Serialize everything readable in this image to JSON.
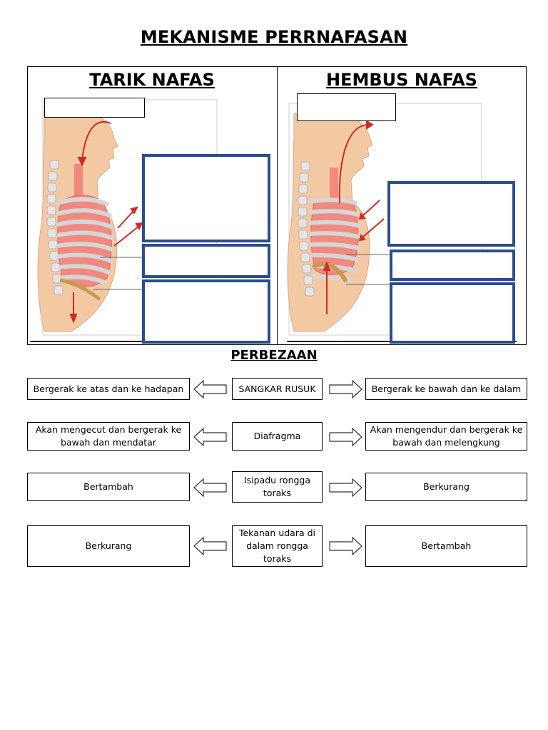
{
  "title": "MEKANISME PERRNAFASAN",
  "panels": {
    "left_title": "TARIK NAFAS",
    "right_title": "HEMBUS NAFAS"
  },
  "diagram_colors": {
    "skin": "#f3c9a4",
    "lung": "#f08a80",
    "rib": "#d9d9d9",
    "arrow": "#d42a1f",
    "diaphragm": "#c89a50",
    "label_border": "#2b4d8f"
  },
  "comparison": {
    "heading": "PERBEZAAN",
    "rows": [
      {
        "left": "Bergerak ke atas dan ke hadapan",
        "center": "SANGKAR RUSUK",
        "right": "Bergerak ke bawah dan ke dalam"
      },
      {
        "left": "Akan mengecut dan bergerak ke bawah dan mendatar",
        "center": "Diafragma",
        "right": "Akan mengendur dan bergerak ke bawah dan melengkung"
      },
      {
        "left": "Bertambah",
        "center": "Isipadu rongga toraks",
        "right": "Berkurang"
      },
      {
        "left": "Berkurang",
        "center": "Tekanan udara di dalam rongga toraks",
        "right": "Bertambah"
      }
    ]
  }
}
